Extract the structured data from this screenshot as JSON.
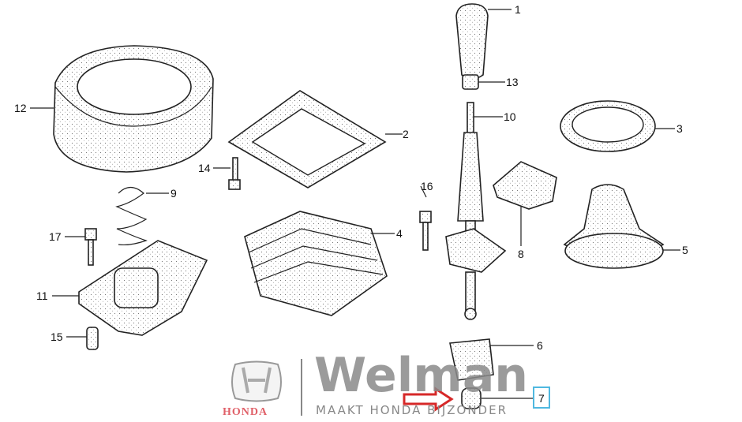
{
  "brand": {
    "company": "Welman",
    "tagline": "MAAKT HONDA BIJZONDER",
    "logo_text": "HONDA",
    "logo_color": "#e06068",
    "wordmark_color": "#8a8a8a",
    "arrow_color": "#d62828",
    "highlight_color": "#4fb8e0"
  },
  "callouts": [
    "1",
    "2",
    "3",
    "4",
    "5",
    "6",
    "7",
    "8",
    "9",
    "10",
    "11",
    "12",
    "13",
    "14",
    "15",
    "16",
    "17"
  ],
  "highlighted_part": "7"
}
